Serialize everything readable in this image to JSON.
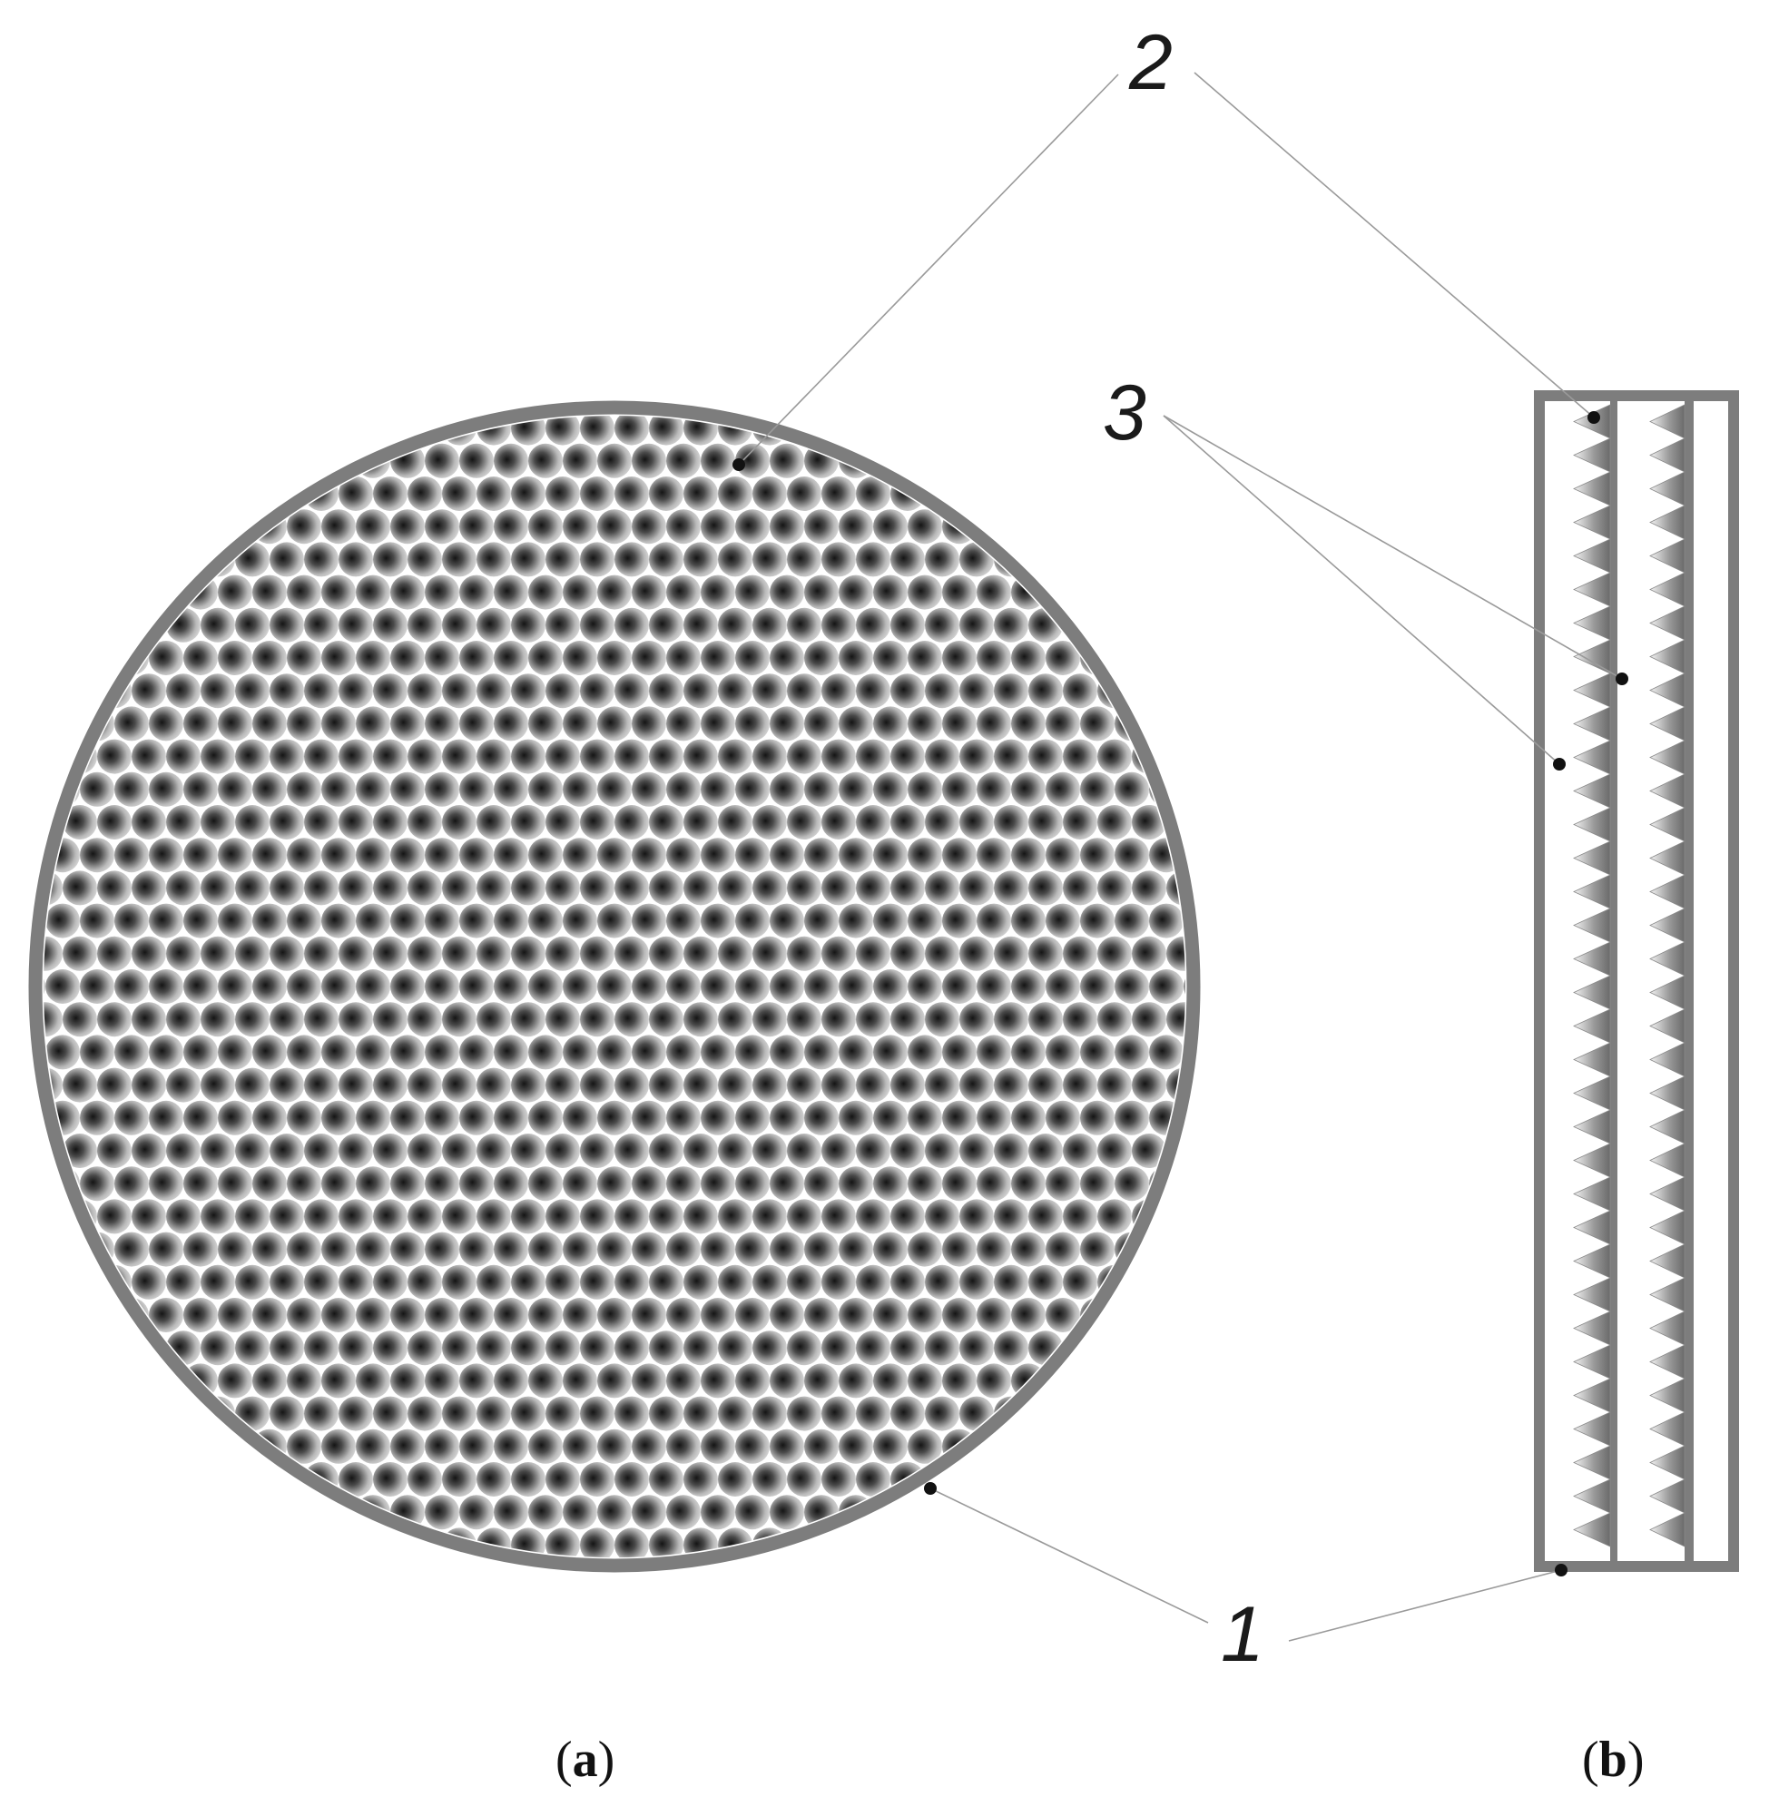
{
  "figure": {
    "panels": [
      {
        "id": "a",
        "label_open": "(",
        "label_letter": "a",
        "label_close": ")"
      },
      {
        "id": "b",
        "label_open": "(",
        "label_letter": "b",
        "label_close": ")"
      }
    ],
    "callouts": [
      {
        "id": "c1",
        "text": "1"
      },
      {
        "id": "c2",
        "text": "2"
      },
      {
        "id": "c3",
        "text": "3"
      }
    ]
  },
  "colors": {
    "frame": "#7d7d7d",
    "dome_dark": "#141414",
    "dome_light": "#f4f4f4",
    "leader": "#9a9a9a"
  }
}
